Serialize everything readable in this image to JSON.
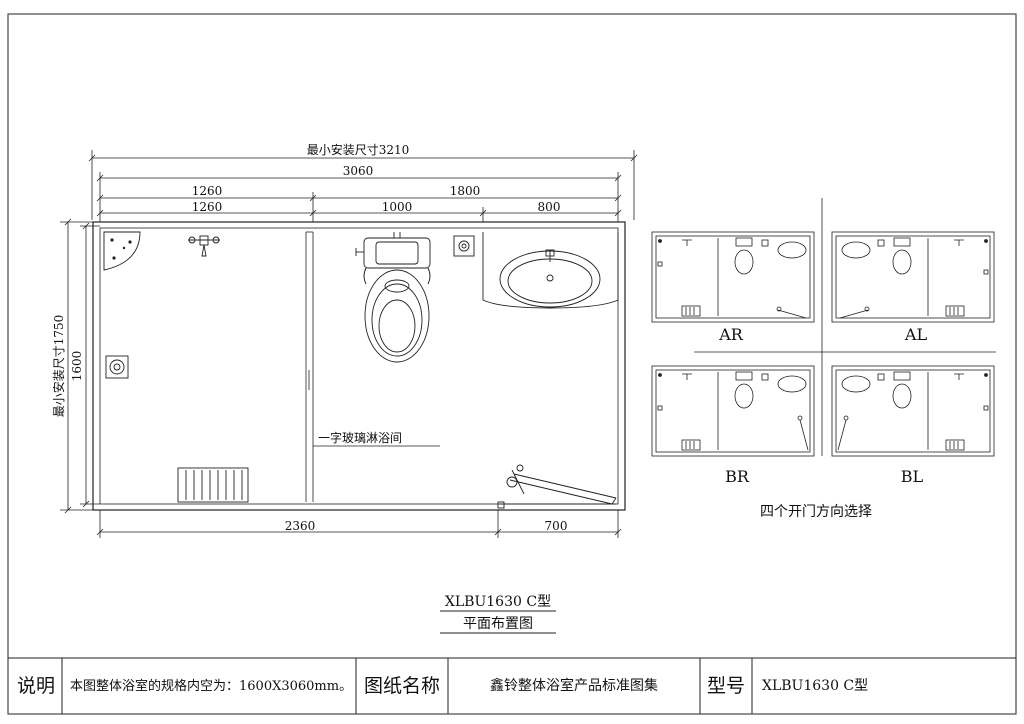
{
  "dimensions": {
    "min_install_width": "最小安装尺寸3210",
    "total_width": "3060",
    "top_left_1": "1260",
    "top_right_1": "1800",
    "top_left_2": "1260",
    "top_mid_2": "1000",
    "top_right_2": "800",
    "min_install_height": "最小安装尺寸1750",
    "height": "1600",
    "bottom_left": "2360",
    "bottom_right": "700"
  },
  "labels": {
    "glass_shower": "一字玻璃淋浴间",
    "door_options_caption": "四个开门方向选择"
  },
  "variants": [
    "AR",
    "AL",
    "BR",
    "BL"
  ],
  "drawing_title": {
    "model": "XLBU1630 C型",
    "subtitle": "平面布置图"
  },
  "title_block": {
    "note_label": "说明",
    "note_text": "本图整体浴室的规格内空为：1600X3060mm。",
    "drawing_name_label": "图纸名称",
    "drawing_name_value": "鑫铃整体浴室产品标准图集",
    "model_label": "型号",
    "model_value": "XLBU1630 C型"
  }
}
